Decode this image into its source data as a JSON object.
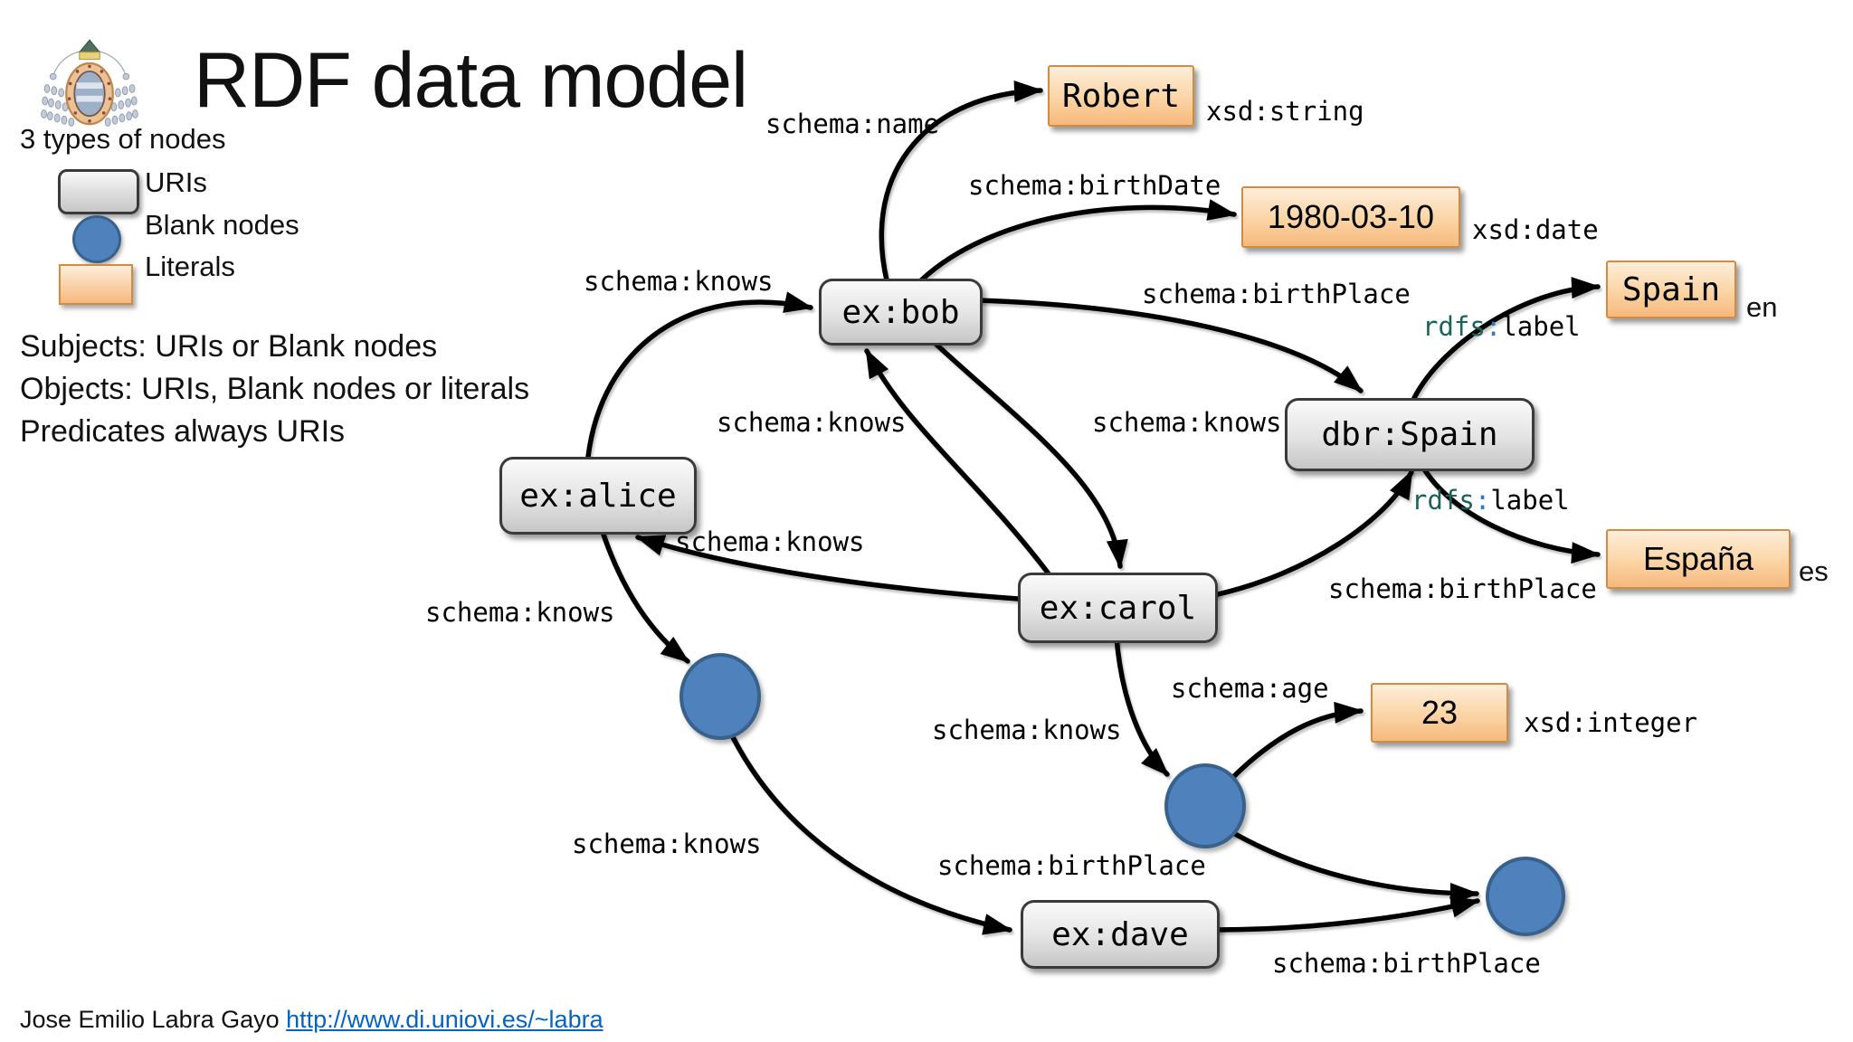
{
  "header": {
    "title": "RDF data model",
    "subtitle": "3 types of nodes"
  },
  "legend": {
    "uri_label": "URIs",
    "blank_label": "Blank nodes",
    "literal_label": "Literals"
  },
  "notes": {
    "line1": "Subjects: URIs or Blank nodes",
    "line2": "Objects: URIs, Blank nodes or literals",
    "line3": "Predicates always URIs"
  },
  "nodes": {
    "bob": "ex:bob",
    "alice": "ex:alice",
    "carol": "ex:carol",
    "spain": "dbr:Spain",
    "dave": "ex:dave"
  },
  "literals": {
    "robert": "Robert",
    "birth_date": "1980-03-10",
    "spain_en": "Spain",
    "spain_es": "España",
    "age": "23"
  },
  "lang_tags": {
    "en": "en",
    "es": "es"
  },
  "datatypes": {
    "string": "xsd:string",
    "date": "xsd:date",
    "integer": "xsd:integer"
  },
  "predicates": {
    "name": "schema:name",
    "birth_date": "schema:birthDate",
    "birth_place": "schema:birthPlace",
    "knows": "schema:knows",
    "age": "schema:age",
    "rdfs_prefix": "rdfs",
    "rdfs_colon": ":",
    "rdfs_suffix": "label"
  },
  "footer": {
    "author": "Jose Emilio Labra Gayo",
    "link": "http://www.di.uniovi.es/~labra"
  },
  "colors": {
    "uri_fill_top": "#f8f8f8",
    "uri_fill_bottom": "#c6c6c6",
    "uri_border": "#3a3a3a",
    "blank_fill": "#4f81bd",
    "blank_border": "#38618c",
    "literal_fill_top": "#fdeeda",
    "literal_fill_bottom": "#f6b97d",
    "literal_border": "#d18b43",
    "edge": "#000000",
    "rdfs_prefix_color": "#1a635a",
    "rdfs_colon_color": "#2e79c0",
    "link_color": "#0563c1"
  }
}
